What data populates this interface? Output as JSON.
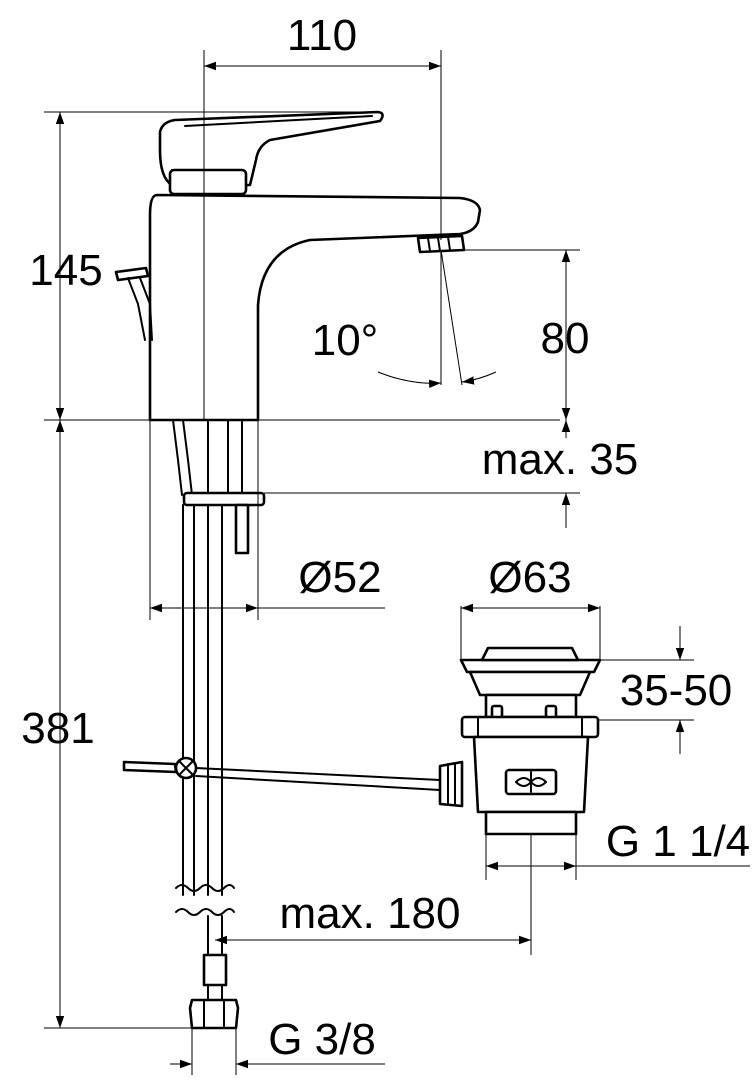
{
  "dimensions": {
    "width_110": "110",
    "height_145": "145",
    "angle_10": "10°",
    "height_80": "80",
    "max_35": "max. 35",
    "dia_52": "Ø52",
    "dia_63": "Ø63",
    "range_35_50": "35-50",
    "height_381": "381",
    "thread_g114": "G 1 1/4",
    "max_180": "max. 180",
    "thread_g38": "G 3/8"
  }
}
